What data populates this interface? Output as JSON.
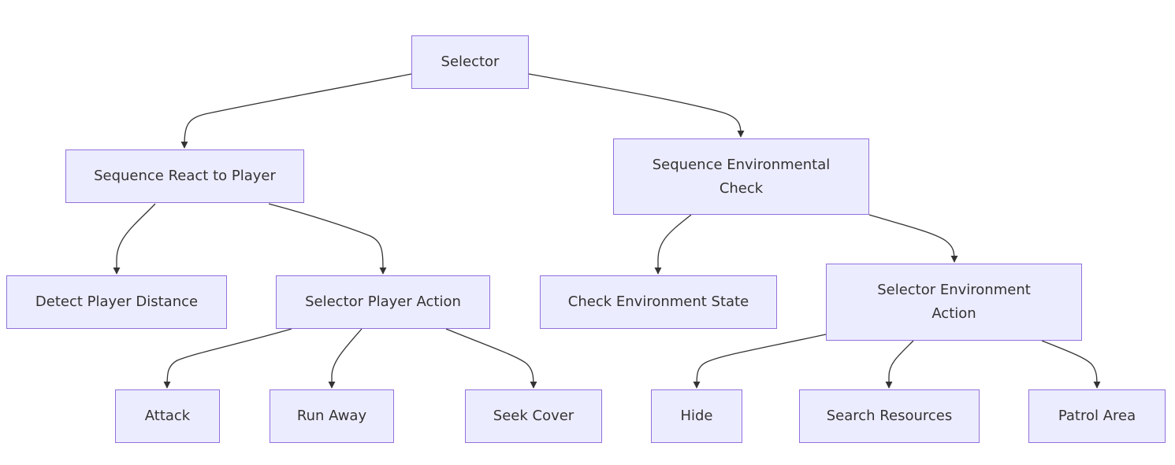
{
  "diagram": {
    "nodes": {
      "selector": "Selector",
      "seq_react": "Sequence React to Player",
      "seq_env": "Sequence Environmental Check",
      "detect": "Detect Player Distance",
      "sel_player": "Selector Player Action",
      "check_env": "Check Environment State",
      "sel_env": "Selector Environment Action",
      "attack": "Attack",
      "run_away": "Run Away",
      "seek_cover": "Seek Cover",
      "hide": "Hide",
      "search": "Search Resources",
      "patrol": "Patrol Area"
    },
    "edges": [
      {
        "from": "Selector",
        "to": "Sequence React to Player"
      },
      {
        "from": "Selector",
        "to": "Sequence Environmental Check"
      },
      {
        "from": "Sequence React to Player",
        "to": "Detect Player Distance"
      },
      {
        "from": "Sequence React to Player",
        "to": "Selector Player Action"
      },
      {
        "from": "Sequence Environmental Check",
        "to": "Check Environment State"
      },
      {
        "from": "Sequence Environmental Check",
        "to": "Selector Environment Action"
      },
      {
        "from": "Selector Player Action",
        "to": "Attack"
      },
      {
        "from": "Selector Player Action",
        "to": "Run Away"
      },
      {
        "from": "Selector Player Action",
        "to": "Seek Cover"
      },
      {
        "from": "Selector Environment Action",
        "to": "Hide"
      },
      {
        "from": "Selector Environment Action",
        "to": "Search Resources"
      },
      {
        "from": "Selector Environment Action",
        "to": "Patrol Area"
      }
    ],
    "colors": {
      "node_fill": "#ececff",
      "node_border": "#9370db",
      "edge": "#333333",
      "text": "#333333"
    }
  }
}
